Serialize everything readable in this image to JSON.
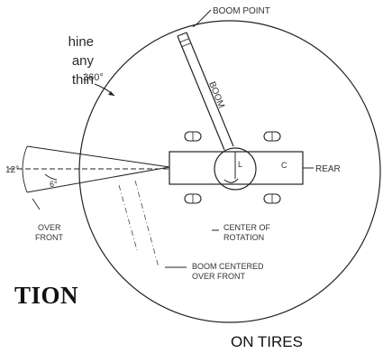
{
  "text_fragment": {
    "lines": [
      "hine",
      "any",
      "thin"
    ]
  },
  "heading_fragment": "TION",
  "caption": "ON TIRES",
  "labels": {
    "boom_point": "BOOM POINT",
    "boom": "BOOM",
    "angle_360": "360°",
    "angle_12": "12°",
    "angle_6": "6°",
    "rear": "REAR",
    "over_front_1": "OVER",
    "over_front_2": "FRONT",
    "center_of_1": "CENTER OF",
    "center_of_2": "ROTATION",
    "boom_centered_1": "BOOM CENTERED",
    "boom_centered_2": "OVER FRONT",
    "mark_l": "L",
    "mark_c": "C"
  }
}
